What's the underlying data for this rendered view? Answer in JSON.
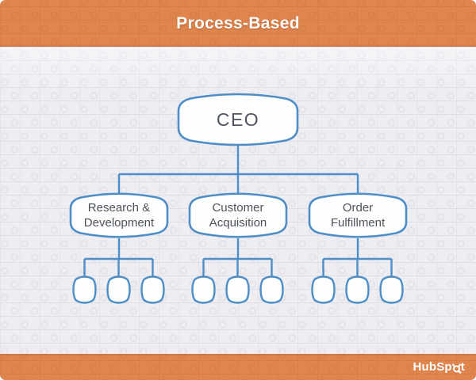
{
  "header": {
    "title": "Process-Based"
  },
  "org_chart": {
    "type": "hierarchy",
    "root": {
      "label": "CEO"
    },
    "departments": [
      {
        "name": "Research & Development",
        "lines": [
          "Research &",
          "Development"
        ],
        "sub_nodes": 3
      },
      {
        "name": "Customer Acquisition",
        "lines": [
          "Customer",
          "Acquisition"
        ],
        "sub_nodes": 3
      },
      {
        "name": "Order Fulfillment",
        "lines": [
          "Order",
          "Fulfillment"
        ],
        "sub_nodes": 3
      }
    ]
  },
  "footer": {
    "logo_name": "HubSpot",
    "logo_prefix": "HubSp",
    "logo_suffix": "t"
  },
  "colors": {
    "accent_orange": "#e0854e",
    "node_border_blue": "#4d8ec7",
    "node_fill": "#fefefe",
    "text_gray": "#4f5560",
    "background": "#eeedf2",
    "title_white": "#fdfcfb"
  }
}
